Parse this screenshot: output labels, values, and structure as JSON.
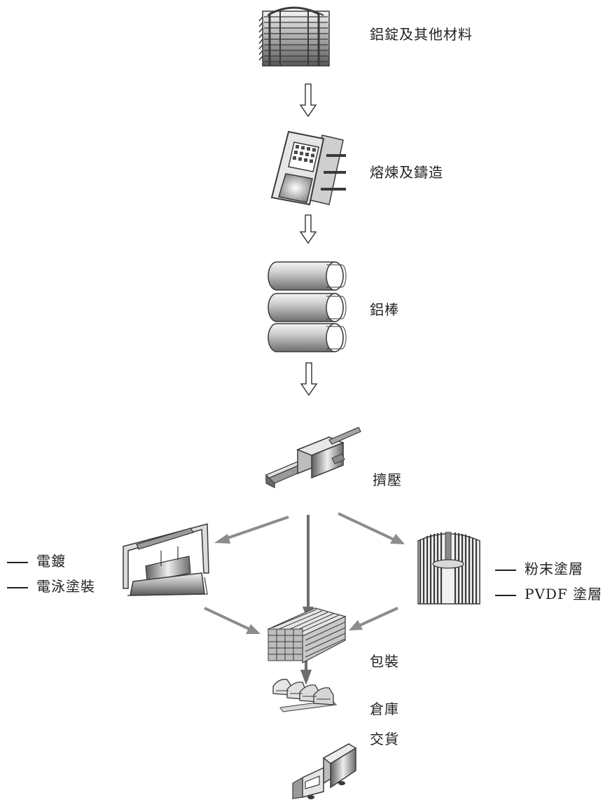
{
  "steps": {
    "raw_materials": "鋁錠及其他材料",
    "melting_casting": "熔煉及鑄造",
    "billets": "鋁棒",
    "extrusion": "擠壓",
    "anodizing": "電鍍",
    "electrophoretic": "電泳塗裝",
    "powder_coating": "粉末塗層",
    "pvdf_coating": "PVDF 塗層",
    "packaging": "包裝",
    "warehouse": "倉庫",
    "delivery": "交貨"
  },
  "colors": {
    "text": "#231f20",
    "arrow_gray": "#8c8c8c",
    "arrow_dark": "#6d6d6d",
    "icon_dark": "#3a3a3a"
  },
  "icons": {
    "raw_materials": "aluminium-ingot-stack-icon",
    "melting_casting": "casting-furnace-icon",
    "billets": "aluminium-billets-icon",
    "extrusion": "extrusion-press-icon",
    "surface_left": "anodizing-line-icon",
    "surface_right": "powder-coating-booth-icon",
    "packaging": "profile-bundle-icon",
    "warehouse": "warehouse-icon",
    "delivery": "delivery-truck-icon"
  }
}
